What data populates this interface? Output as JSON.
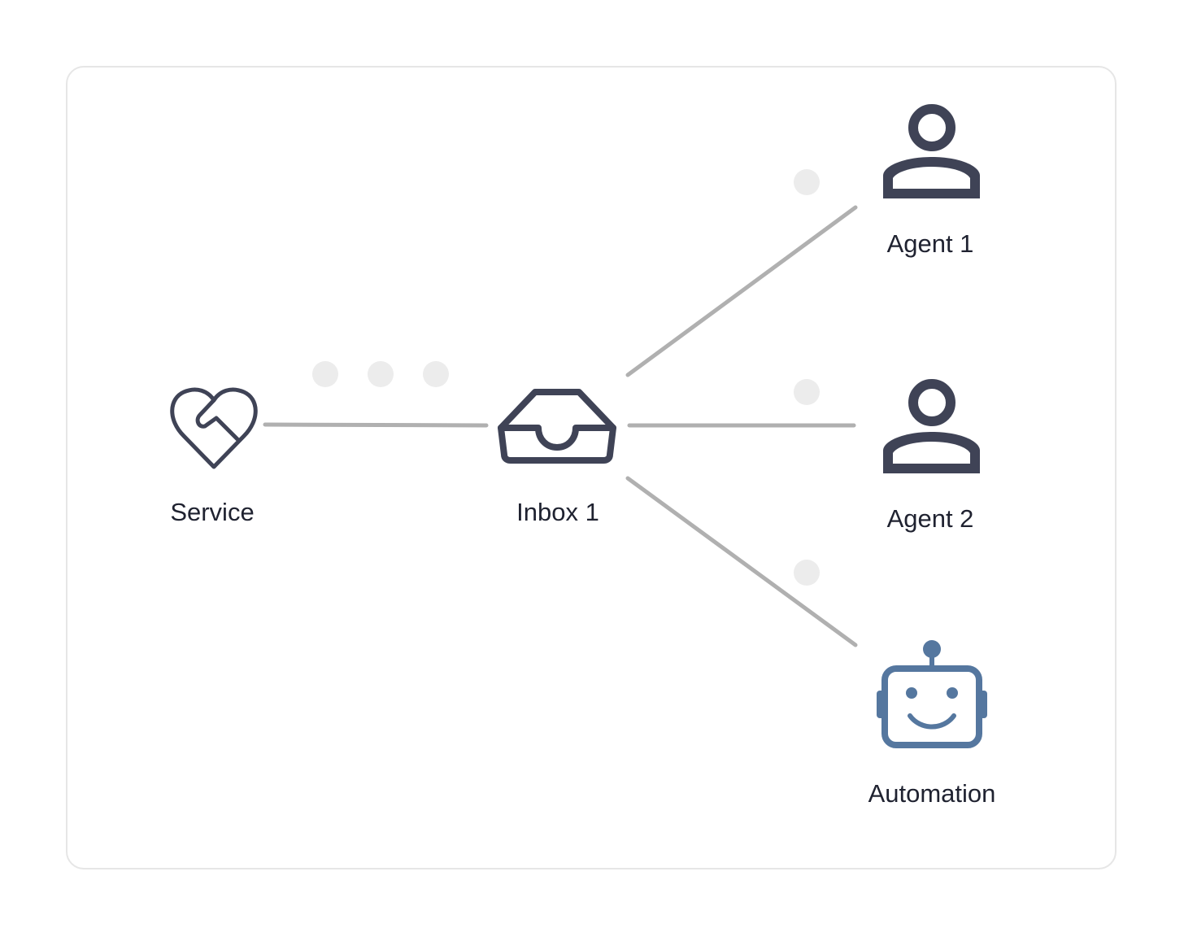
{
  "nodes": {
    "service": {
      "label": "Service",
      "icon": "heart-handshake-icon"
    },
    "inbox": {
      "label": "Inbox 1",
      "icon": "inbox-tray-icon"
    },
    "agent1": {
      "label": "Agent 1",
      "icon": "user-icon"
    },
    "agent2": {
      "label": "Agent 2",
      "icon": "user-icon"
    },
    "automation": {
      "label": "Automation",
      "icon": "robot-icon"
    }
  },
  "edges": [
    {
      "from": "service",
      "to": "inbox"
    },
    {
      "from": "inbox",
      "to": "agent1"
    },
    {
      "from": "inbox",
      "to": "agent2"
    },
    {
      "from": "inbox",
      "to": "automation"
    }
  ],
  "colors": {
    "icon": "#3f4356",
    "robot": "#55779f",
    "edge": "#b0b0b0",
    "dot": "#ececec",
    "card_border": "#e6e6e6",
    "text": "#1f2230"
  }
}
